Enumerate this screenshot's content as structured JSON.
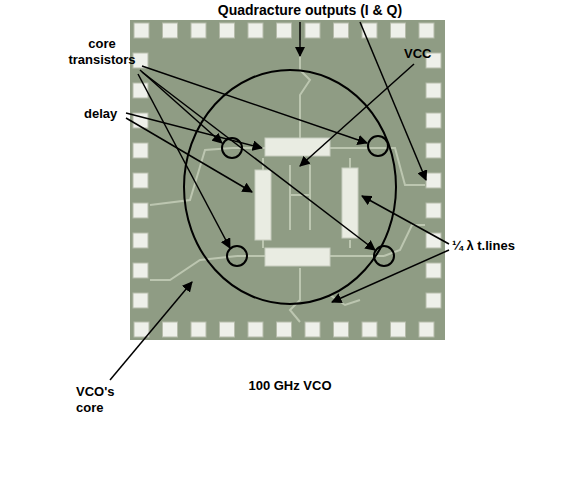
{
  "diagram": {
    "caption": "100 GHz VCO",
    "labels": [
      "Quadracture outputs (I & Q)",
      "core transistors",
      "VCC",
      "delay",
      "¼ λ t.lines",
      "VCO's core"
    ]
  }
}
